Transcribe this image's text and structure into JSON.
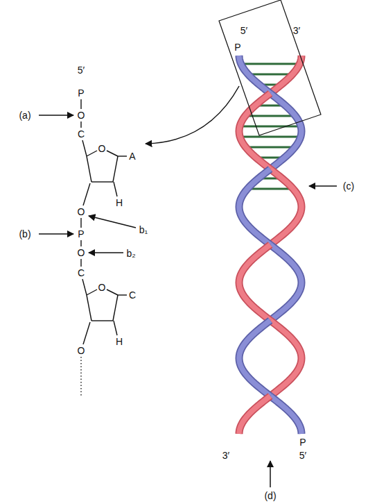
{
  "diagram": {
    "labels": [
      "5′",
      "P",
      "(a)",
      "O",
      "C",
      "O",
      "A",
      "H",
      "O",
      "(b)",
      "P",
      "b₁",
      "O",
      "b₂",
      "C",
      "O",
      "C",
      "H",
      "O",
      "5′",
      "3′",
      "P",
      "(c)",
      "3′",
      "5′",
      "P",
      "(d)"
    ]
  }
}
